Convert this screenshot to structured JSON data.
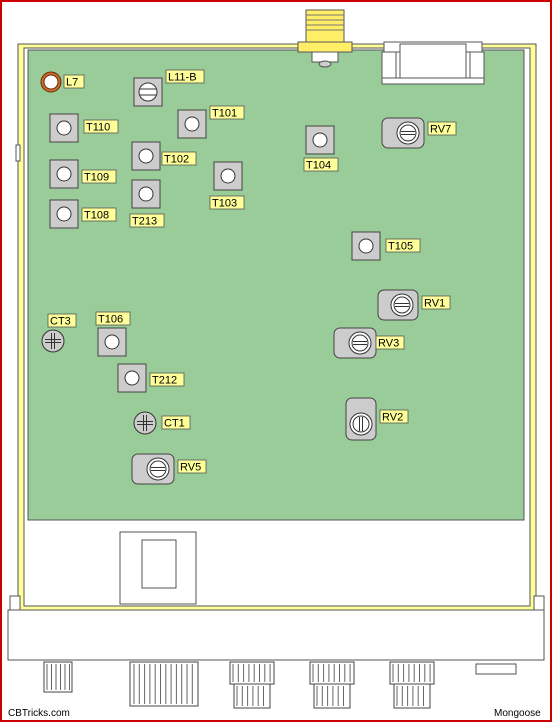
{
  "colors": {
    "border": "#cc0000",
    "board": "#99cc99",
    "chassis": "#ffffff",
    "frame": "#ffff99",
    "label_bg": "#ffff99",
    "component": "#cccccc",
    "brass": "#ffee66",
    "copper": "#cc6633"
  },
  "labels": {
    "L7": "L7",
    "L11B": "L11-B",
    "T101": "T101",
    "T110": "T110",
    "T102": "T102",
    "T109": "T109",
    "T213": "T213",
    "T103": "T103",
    "T108": "T108",
    "T104": "T104",
    "RV7": "RV7",
    "T105": "T105",
    "RV1": "RV1",
    "CT3": "CT3",
    "T106": "T106",
    "RV3": "RV3",
    "T212": "T212",
    "RV2": "RV2",
    "CT1": "CT1",
    "RV5": "RV5"
  },
  "credits": {
    "left": "CBTricks.com",
    "right": "Mongoose"
  }
}
